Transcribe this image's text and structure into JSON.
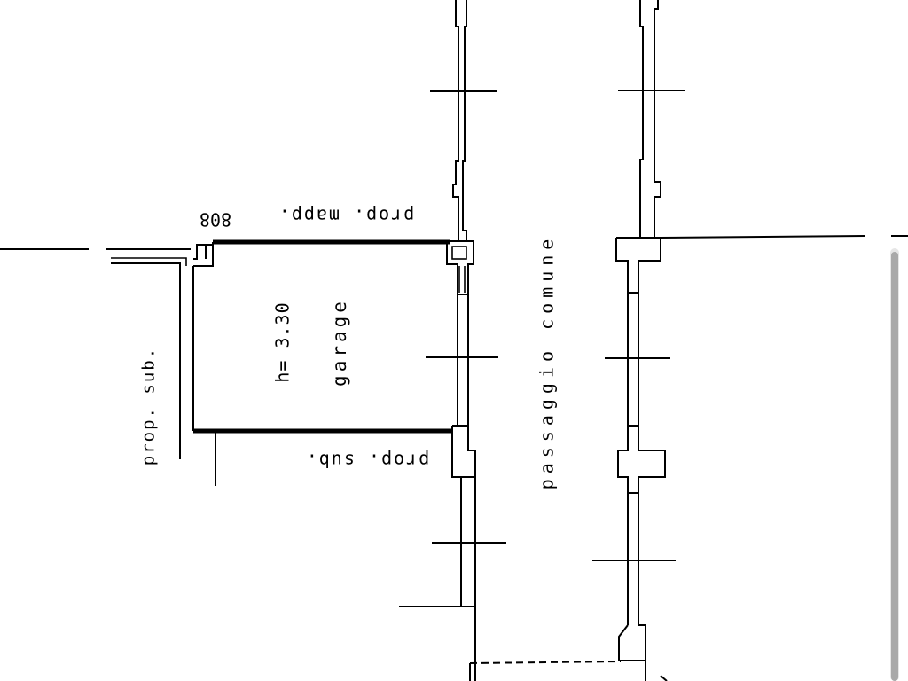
{
  "labels": {
    "mapp_number": "808",
    "prop_mapp": "prop. mapp.",
    "prop_sub_left": "prop. sub.",
    "prop_sub_bottom": "prop. sub.",
    "height": "h= 3.30",
    "garage": "garage",
    "passage": "passaggio comune"
  }
}
